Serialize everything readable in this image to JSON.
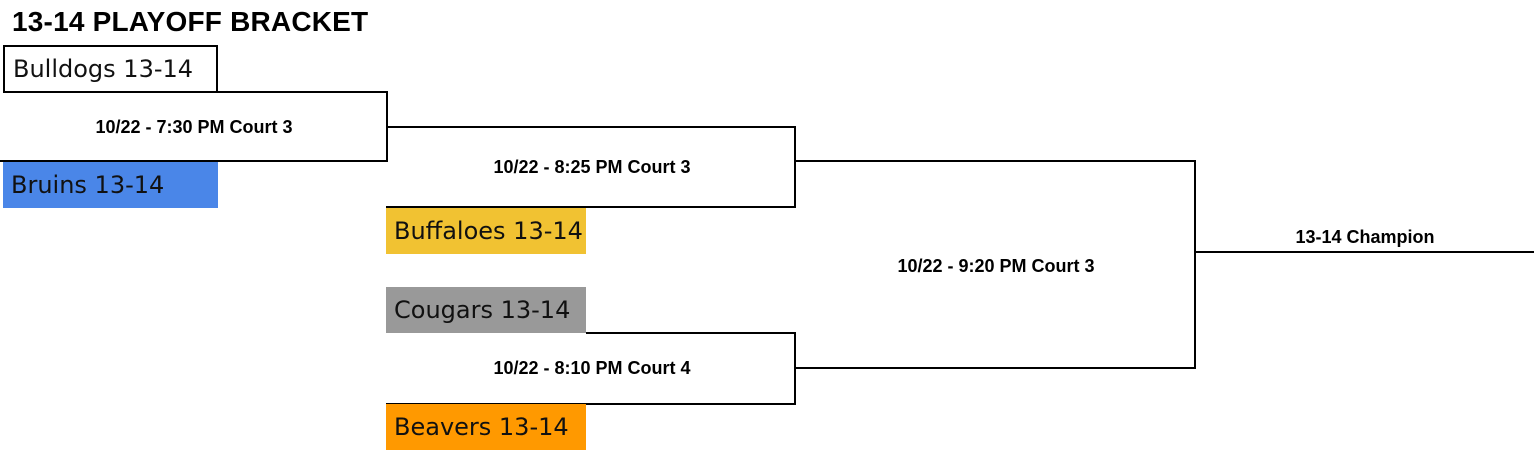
{
  "title": "13-14 PLAYOFF BRACKET",
  "teams": {
    "bulldogs": {
      "label": "Bulldogs 13-14",
      "color": "#ffffff"
    },
    "bruins": {
      "label": "Bruins 13-14",
      "color": "#4a86e8"
    },
    "buffaloes": {
      "label": "Buffaloes 13-14",
      "color": "#f1c232"
    },
    "cougars": {
      "label": "Cougars 13-14",
      "color": "#999999"
    },
    "beavers": {
      "label": "Beavers 13-14",
      "color": "#ff9900"
    }
  },
  "games": {
    "game1": "10/22 - 7:30 PM Court 3",
    "game2": "10/22 - 8:25 PM Court 3",
    "game3": "10/22 - 8:10 PM Court 4",
    "final": "10/22 - 9:20 PM Court 3"
  },
  "champion": "13-14 Champion"
}
